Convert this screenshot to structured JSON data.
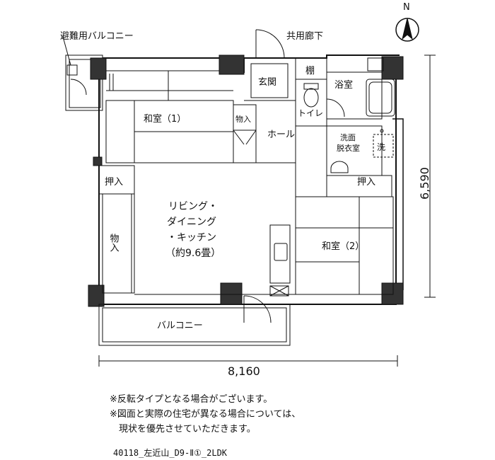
{
  "compass": {
    "north_label": "N"
  },
  "rooms": {
    "evac_balcony": "避難用バルコニー",
    "corridor": "共用廊下",
    "entrance": "玄関",
    "shelf": "棚",
    "bath": "浴室",
    "toilet": "トイレ",
    "washroom_line1": "洗面",
    "washroom_line2": "脱衣室",
    "washer": "洗",
    "japanese1": "和室（1）",
    "storage_small": "物入",
    "hall": "ホール",
    "oshiire_left": "押入",
    "oshiire_right": "押入",
    "storage_left": "物入",
    "living_line1": "リビング・",
    "living_line2": "ダイニング",
    "living_line3": "・キッチン",
    "living_line4": "（約9.6畳）",
    "japanese2": "和室（2）",
    "balcony": "バルコニー"
  },
  "dimensions": {
    "width": "8,160",
    "depth": "6,590"
  },
  "notes": {
    "line1": "※反転タイプとなる場合がございます。",
    "line2": "※図面と実際の住宅が異なる場合については、",
    "line3": "　現状を優先させていただきます。"
  },
  "plan_code": "40118_左近山_D9-Ⅱ①_2LDK"
}
